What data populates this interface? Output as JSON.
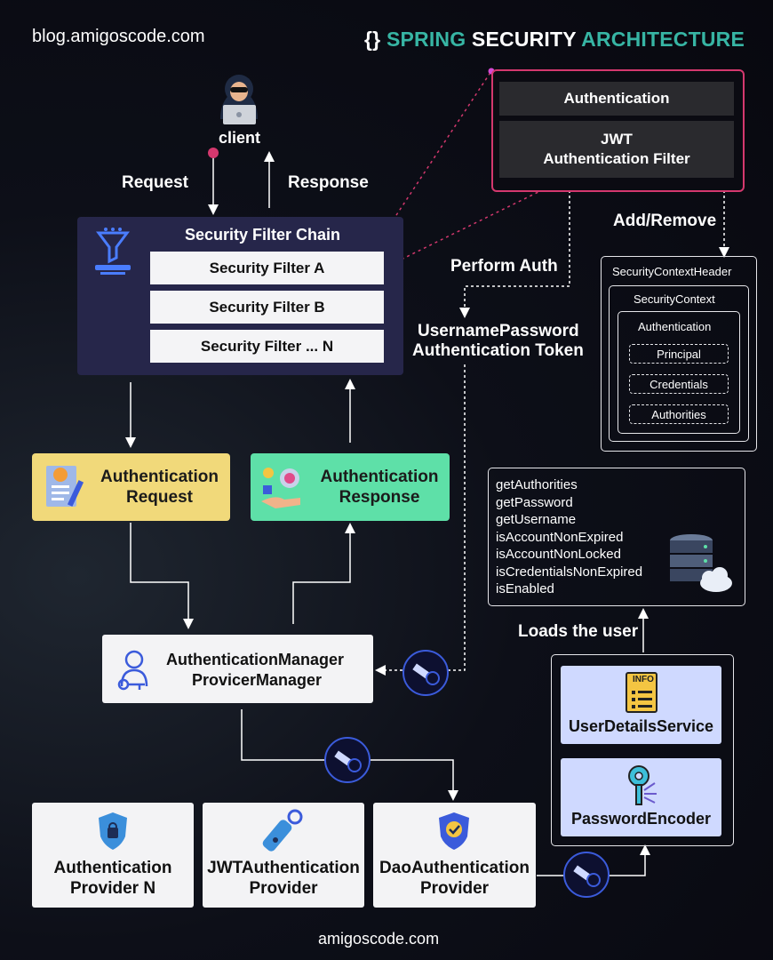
{
  "header": {
    "site": "blog.amigoscode.com",
    "brace": "{}",
    "title_word1": "SPRING",
    "title_word2": "SECURITY",
    "title_word3": "ARCHITECTURE"
  },
  "client": {
    "label": "client",
    "request": "Request",
    "response": "Response"
  },
  "filter_chain": {
    "title": "Security Filter Chain",
    "filters": [
      "Security Filter A",
      "Security Filter B",
      "Security Filter ... N"
    ]
  },
  "auth_box": {
    "cell1": "Authentication",
    "cell2": "JWT\nAuthentication Filter"
  },
  "labels": {
    "add_remove": "Add/Remove",
    "perform_auth": "Perform Auth",
    "token_line1": "UsernamePassword",
    "token_line2": "Authentication Token",
    "loads_user": "Loads the user",
    "footer": "amigoscode.com"
  },
  "context": {
    "header": "SecurityContextHeader",
    "context": "SecurityContext",
    "authentication": "Authentication",
    "items": [
      "Principal",
      "Credentials",
      "Authorities"
    ]
  },
  "user_details_methods": [
    "getAuthorities",
    "getPassword",
    "getUsername",
    "isAccountNonExpired",
    "isAccountNonLocked",
    "isCredentialsNonExpired",
    "isEnabled"
  ],
  "auth_request": {
    "line1": "Authentication",
    "line2": "Request"
  },
  "auth_response": {
    "line1": "Authentication",
    "line2": "Response"
  },
  "manager": {
    "line1": "AuthenticationManager",
    "line2": "ProvicerManager"
  },
  "services": {
    "user_details": "UserDetailsService",
    "encoder": "PasswordEncoder",
    "info_tag": "INFO"
  },
  "providers": [
    {
      "line1": "Authentication",
      "line2": "Provider N"
    },
    {
      "line1": "JWTAuthentication",
      "line2": "Provider"
    },
    {
      "line1": "DaoAuthentication",
      "line2": "Provider"
    }
  ],
  "colors": {
    "teal": "#37b5a4",
    "pink": "#d4386e",
    "yellow": "#f1d97a",
    "green": "#5ee0a8",
    "blue_card": "#cfd9ff"
  }
}
